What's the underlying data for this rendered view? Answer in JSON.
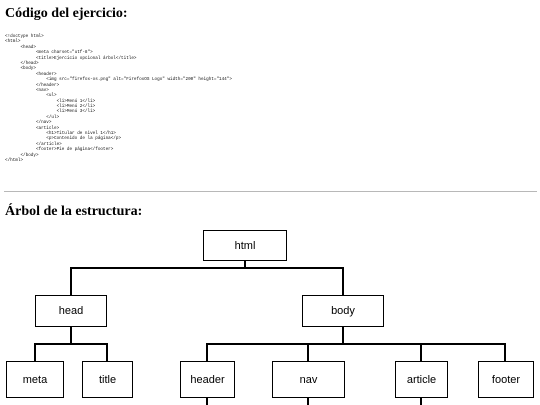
{
  "code_section": {
    "title": "Código del ejercicio:",
    "lines": [
      "<!doctype html>",
      "<html>",
      "      <head>",
      "            <meta charset=\"utf-8\">",
      "            <title>Ejercicio opcional árbol</title>",
      "      </head>",
      "      <body>",
      "            <header>",
      "                <img src=\"firefox-os.png\" alt=\"FirefoxOS Logo\" width=\"200\" height=\"144\">",
      "            </header>",
      "            <nav>",
      "                <ul>",
      "                    <li>Menú 1</li>",
      "                    <li>Menú 2</li>",
      "                    <li>Menú 3</li>",
      "                </ul>",
      "            </nav>",
      "            <article>",
      "                <h1>Titular de nivel 1</h1>",
      "                <p>Contenido de la página</p>",
      "            </article>",
      "            <footer>Pie de página</footer>",
      "      </body>",
      "</html>"
    ]
  },
  "tree_section": {
    "title": "Árbol de la estructura:",
    "nodes": {
      "html": "html",
      "head": "head",
      "body": "body",
      "meta": "meta",
      "title": "title",
      "header": "header",
      "nav": "nav",
      "article": "article",
      "footer": "footer"
    }
  }
}
